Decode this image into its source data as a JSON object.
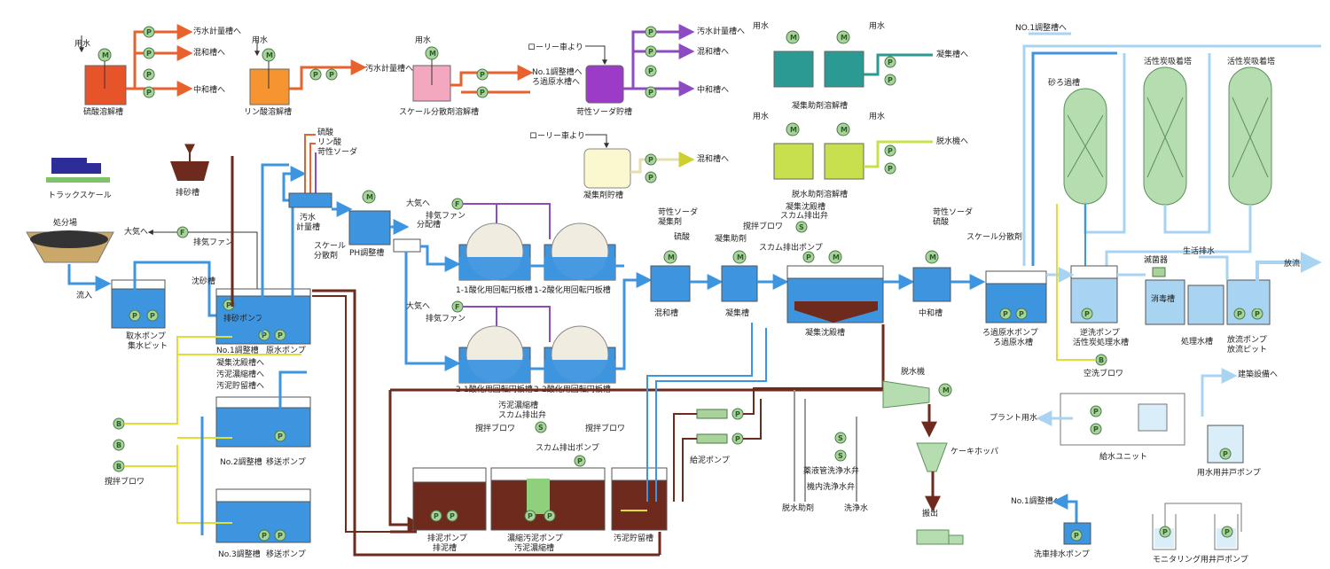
{
  "colors": {
    "water_blue": "#3d95df",
    "water_light": "#a8d4f2",
    "sludge": "#6e2a1d",
    "purple": "#8c4cc0",
    "orange": "#e8622d",
    "yellow": "#dede35",
    "green_pump": "#a9d39a",
    "tower_green": "#b6ddb0",
    "teal": "#2a9a92",
    "lime": "#c8e04d"
  },
  "symbols": {
    "pump": "P",
    "motor": "M",
    "blower": "B",
    "fan": "F",
    "screw": "S"
  },
  "labels": {
    "h2so4_tank": "硫酸溶解槽",
    "to_flow_meter1": "汚水計量槽へ",
    "to_mix1": "混和槽へ",
    "to_neutral1": "中和槽へ",
    "water1": "用水",
    "phos_tank": "リン酸溶解槽",
    "to_flow_meter2": "汚水計量槽へ",
    "water2": "用水",
    "scale_tank": "スケール分散剤溶解槽",
    "water3": "用水",
    "to_adj_filter": "No.1調整槽へ\nろ過原水槽へ",
    "lorry1": "ローリー車より",
    "naoh_tank": "苛性ソーダ貯槽",
    "to_flow_meter3": "汚水計量槽へ",
    "to_mix3": "混和槽へ",
    "to_neutral3": "中和槽へ",
    "lorry2": "ローリー車より",
    "coag_tank": "凝集剤貯槽",
    "to_mix4": "混和槽へ",
    "water4a": "用水",
    "water4b": "用水",
    "coag_aid_tank": "凝集助剤溶解槽",
    "to_coag": "凝集槽へ",
    "water5a": "用水",
    "water5b": "用水",
    "dewater_aid_tank": "脱水助剤溶解槽",
    "to_dewater": "脱水機へ",
    "to_no1_adj": "NO.1調整槽へ",
    "sand_filter": "砂ろ過槽",
    "ac_tower1": "活性炭吸着塔",
    "ac_tower2": "活性炭吸着塔",
    "truck_scale": "トラックスケール",
    "grit_tank": "排砂槽",
    "h2so4": "硫酸",
    "h3po4": "リン酸",
    "naoh": "苛性ソーダ",
    "flow_meter": "汚水\n計量槽",
    "scale_disp": "スケール\n分散剤",
    "ph_adj": "PH調整槽",
    "to_atm1": "大気へ",
    "exhaust_fan1": "排気ファン",
    "distrib_tank": "分配槽",
    "rbc11": "1-1酸化用回転円板槽",
    "rbc12": "1-2酸化用回転円板槽",
    "to_atm2": "大気へ",
    "exhaust_fan2": "排気ファン",
    "rbc21": "2-1酸化用回転円板槽",
    "rbc22": "2-2酸化用回転円板槽",
    "disposal": "処分場",
    "to_atm0": "大気へ",
    "exhaust_fan0": "排気ファン",
    "inflow": "流入",
    "grit_chamber": "沈砂槽",
    "intake_pump": "取水ポンプ\n集水ピット",
    "grit_pump": "排砂ポンプ",
    "no1_adj": "No.1調整槽",
    "raw_pump": "原水ポンプ",
    "to_coag_sed": "凝集沈殿槽へ",
    "to_sludge_thick": "汚泥濃縮槽へ",
    "to_sludge_store": "汚泥貯留槽へ",
    "no2_adj": "No.2調整槽",
    "transfer_pump2": "移送ポンプ",
    "no3_adj": "No.3調整槽",
    "transfer_pump3": "移送ポンプ",
    "stir_blower": "撹拌ブロワ",
    "naoh2": "苛性ソーダ",
    "coagulant": "凝集剤",
    "h2so4b": "硫酸",
    "mix_tank": "混和槽",
    "coag_aid": "凝集助剤",
    "coag_tank2": "凝集槽",
    "stir_blower2": "撹拌ブロワ",
    "scum_valve": "凝集沈殿槽\nスカム排出弁",
    "scum_pump": "スカム排出ポンプ",
    "coag_sed_tank": "凝集沈殿槽",
    "naoh3": "苛性ソーダ",
    "h2so4c": "硫酸",
    "neutral_tank": "中和槽",
    "scale_disp2": "スケール分散剤",
    "filter_raw": "ろ過原水ポンプ\nろ過原水槽",
    "backwash": "逆洗ポンプ\n活性炭処理水槽",
    "sterilizer": "滅菌器",
    "domestic": "生活排水",
    "disinfection": "消毒槽",
    "discharge": "放流",
    "treated_tank": "処理水槽",
    "discharge_pump": "放流ポンプ\n放流ピット",
    "air_blower": "空洗ブロワ",
    "to_building": "建築設備へ",
    "plant_water": "プラント用水",
    "water_supply": "給水ユニット",
    "well_pump": "用水用井戸ポンプ",
    "dewaterer": "脱水機",
    "cake_hopper": "ケーキホッパ",
    "carry_out": "搬出",
    "dewater_aid2": "脱水助剤",
    "wash_water": "洗浄水",
    "chem_valve": "薬液管洗浄水弁",
    "machine_valve": "機内洗浄水弁",
    "sludge_pump": "給泥ポンプ",
    "thick_valve": "汚泥濃縮槽\nスカム排出弁",
    "stir_blower3": "撹拌ブロワ",
    "stir_blower4": "撹拌ブロワ",
    "scum_pump2": "スカム排出ポンプ",
    "drain_pump": "排泥ポンプ\n排泥槽",
    "thick_pump": "濃縮汚泥ポンプ\n汚泥濃縮槽",
    "sludge_store": "汚泥貯留槽",
    "to_no1_adj2": "No.1調整槽へ",
    "car_wash": "洗車排水ポンプ",
    "monitor_pump": "モニタリング用井戸ポンプ"
  }
}
